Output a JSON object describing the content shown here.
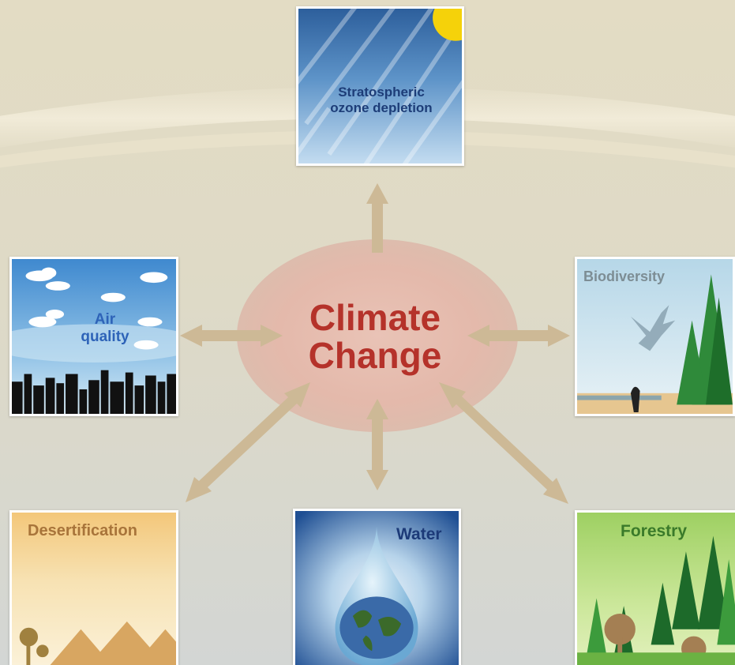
{
  "center": {
    "line1": "Climate",
    "line2": "Change"
  },
  "impacts": {
    "ozone": {
      "line1": "Stratospheric",
      "line2": "ozone depletion"
    },
    "air": {
      "line1": "Air",
      "line2": "quality"
    },
    "biodiversity": {
      "label": "Biodiversity"
    },
    "desertification": {
      "label": "Desertification"
    },
    "water": {
      "label": "Water"
    },
    "forestry": {
      "label": "Forestry"
    }
  },
  "colors": {
    "center_text": "#b5322a",
    "center_ellipse": "#e3b9ad",
    "arrow": "#cfbb98",
    "air_label": "#2e63b8",
    "water_label": "#1c3a78",
    "desert_label": "#a8743a",
    "forestry_label": "#3a7a2a",
    "biodiversity_label": "#7d8d94",
    "ozone_label": "#1d3d78"
  }
}
